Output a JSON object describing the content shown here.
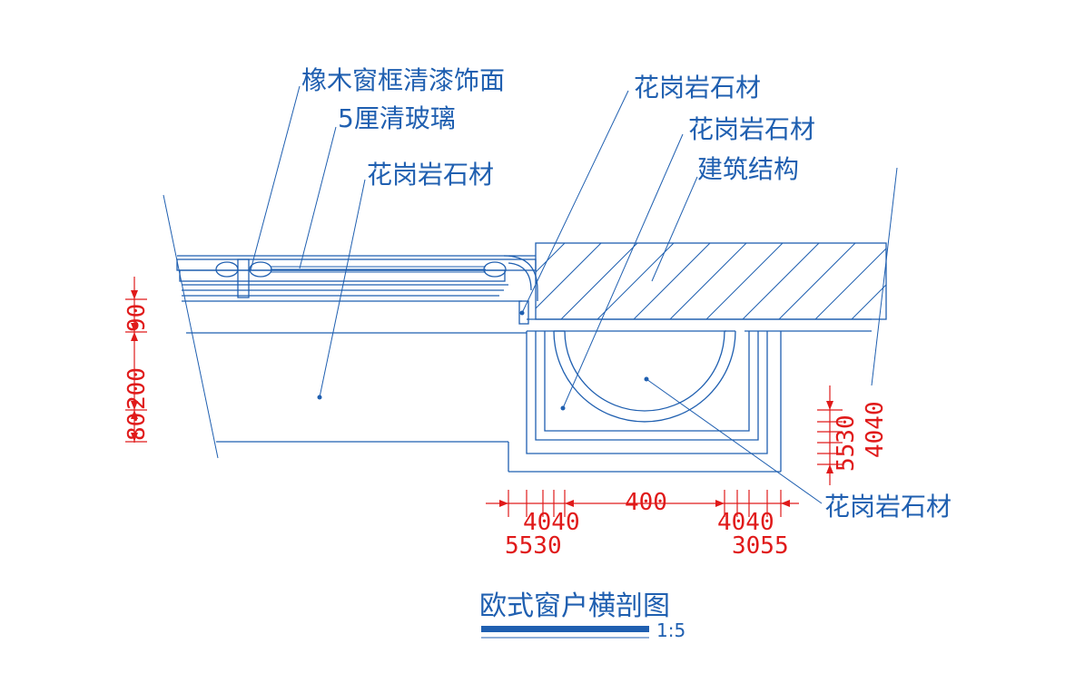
{
  "labels": {
    "oak_frame": "橡木窗框清漆饰面",
    "glass": "5厘清玻璃",
    "granite_left": "花岗岩石材",
    "granite_top": "花岗岩石材",
    "granite_mid": "花岗岩石材",
    "structure": "建筑结构",
    "granite_right": "花岗岩石材"
  },
  "dimensions": {
    "left_80": "80",
    "left_200": "200",
    "left_90": "90",
    "bottom_4040_a": "4040",
    "bottom_5530_a": "5530",
    "bottom_400": "400",
    "bottom_4040_b": "4040",
    "bottom_3055": "3055",
    "right_5530": "5530",
    "right_4040": "4040"
  },
  "title": {
    "text": "欧式窗户横剖图",
    "scale": "1:5"
  },
  "colors": {
    "line": "#1f5fb0",
    "dimension": "#e01a1a"
  }
}
